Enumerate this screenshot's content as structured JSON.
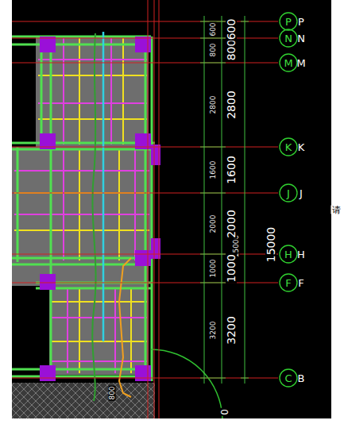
{
  "diagram": {
    "nodes": [
      {
        "text": [
          "P",
          "P"
        ]
      },
      {
        "text": [
          "N",
          "N"
        ]
      },
      {
        "text": [
          "M",
          "M"
        ]
      },
      {
        "text": [
          "K",
          "K"
        ]
      },
      {
        "text": [
          "J",
          "J"
        ]
      },
      {
        "text": [
          "H",
          "H"
        ]
      },
      {
        "text": [
          "F",
          "F"
        ]
      },
      {
        "text": [
          "C",
          "B"
        ]
      }
    ],
    "edges": [],
    "labels": [
      "600",
      "800",
      "2800",
      "1600",
      "2000",
      "1000",
      "3200",
      "15000",
      "800",
      "600",
      "2800",
      "1600",
      "2000",
      "1000",
      "3200",
      "15000",
      "800",
      "0",
      "请"
    ]
  }
}
